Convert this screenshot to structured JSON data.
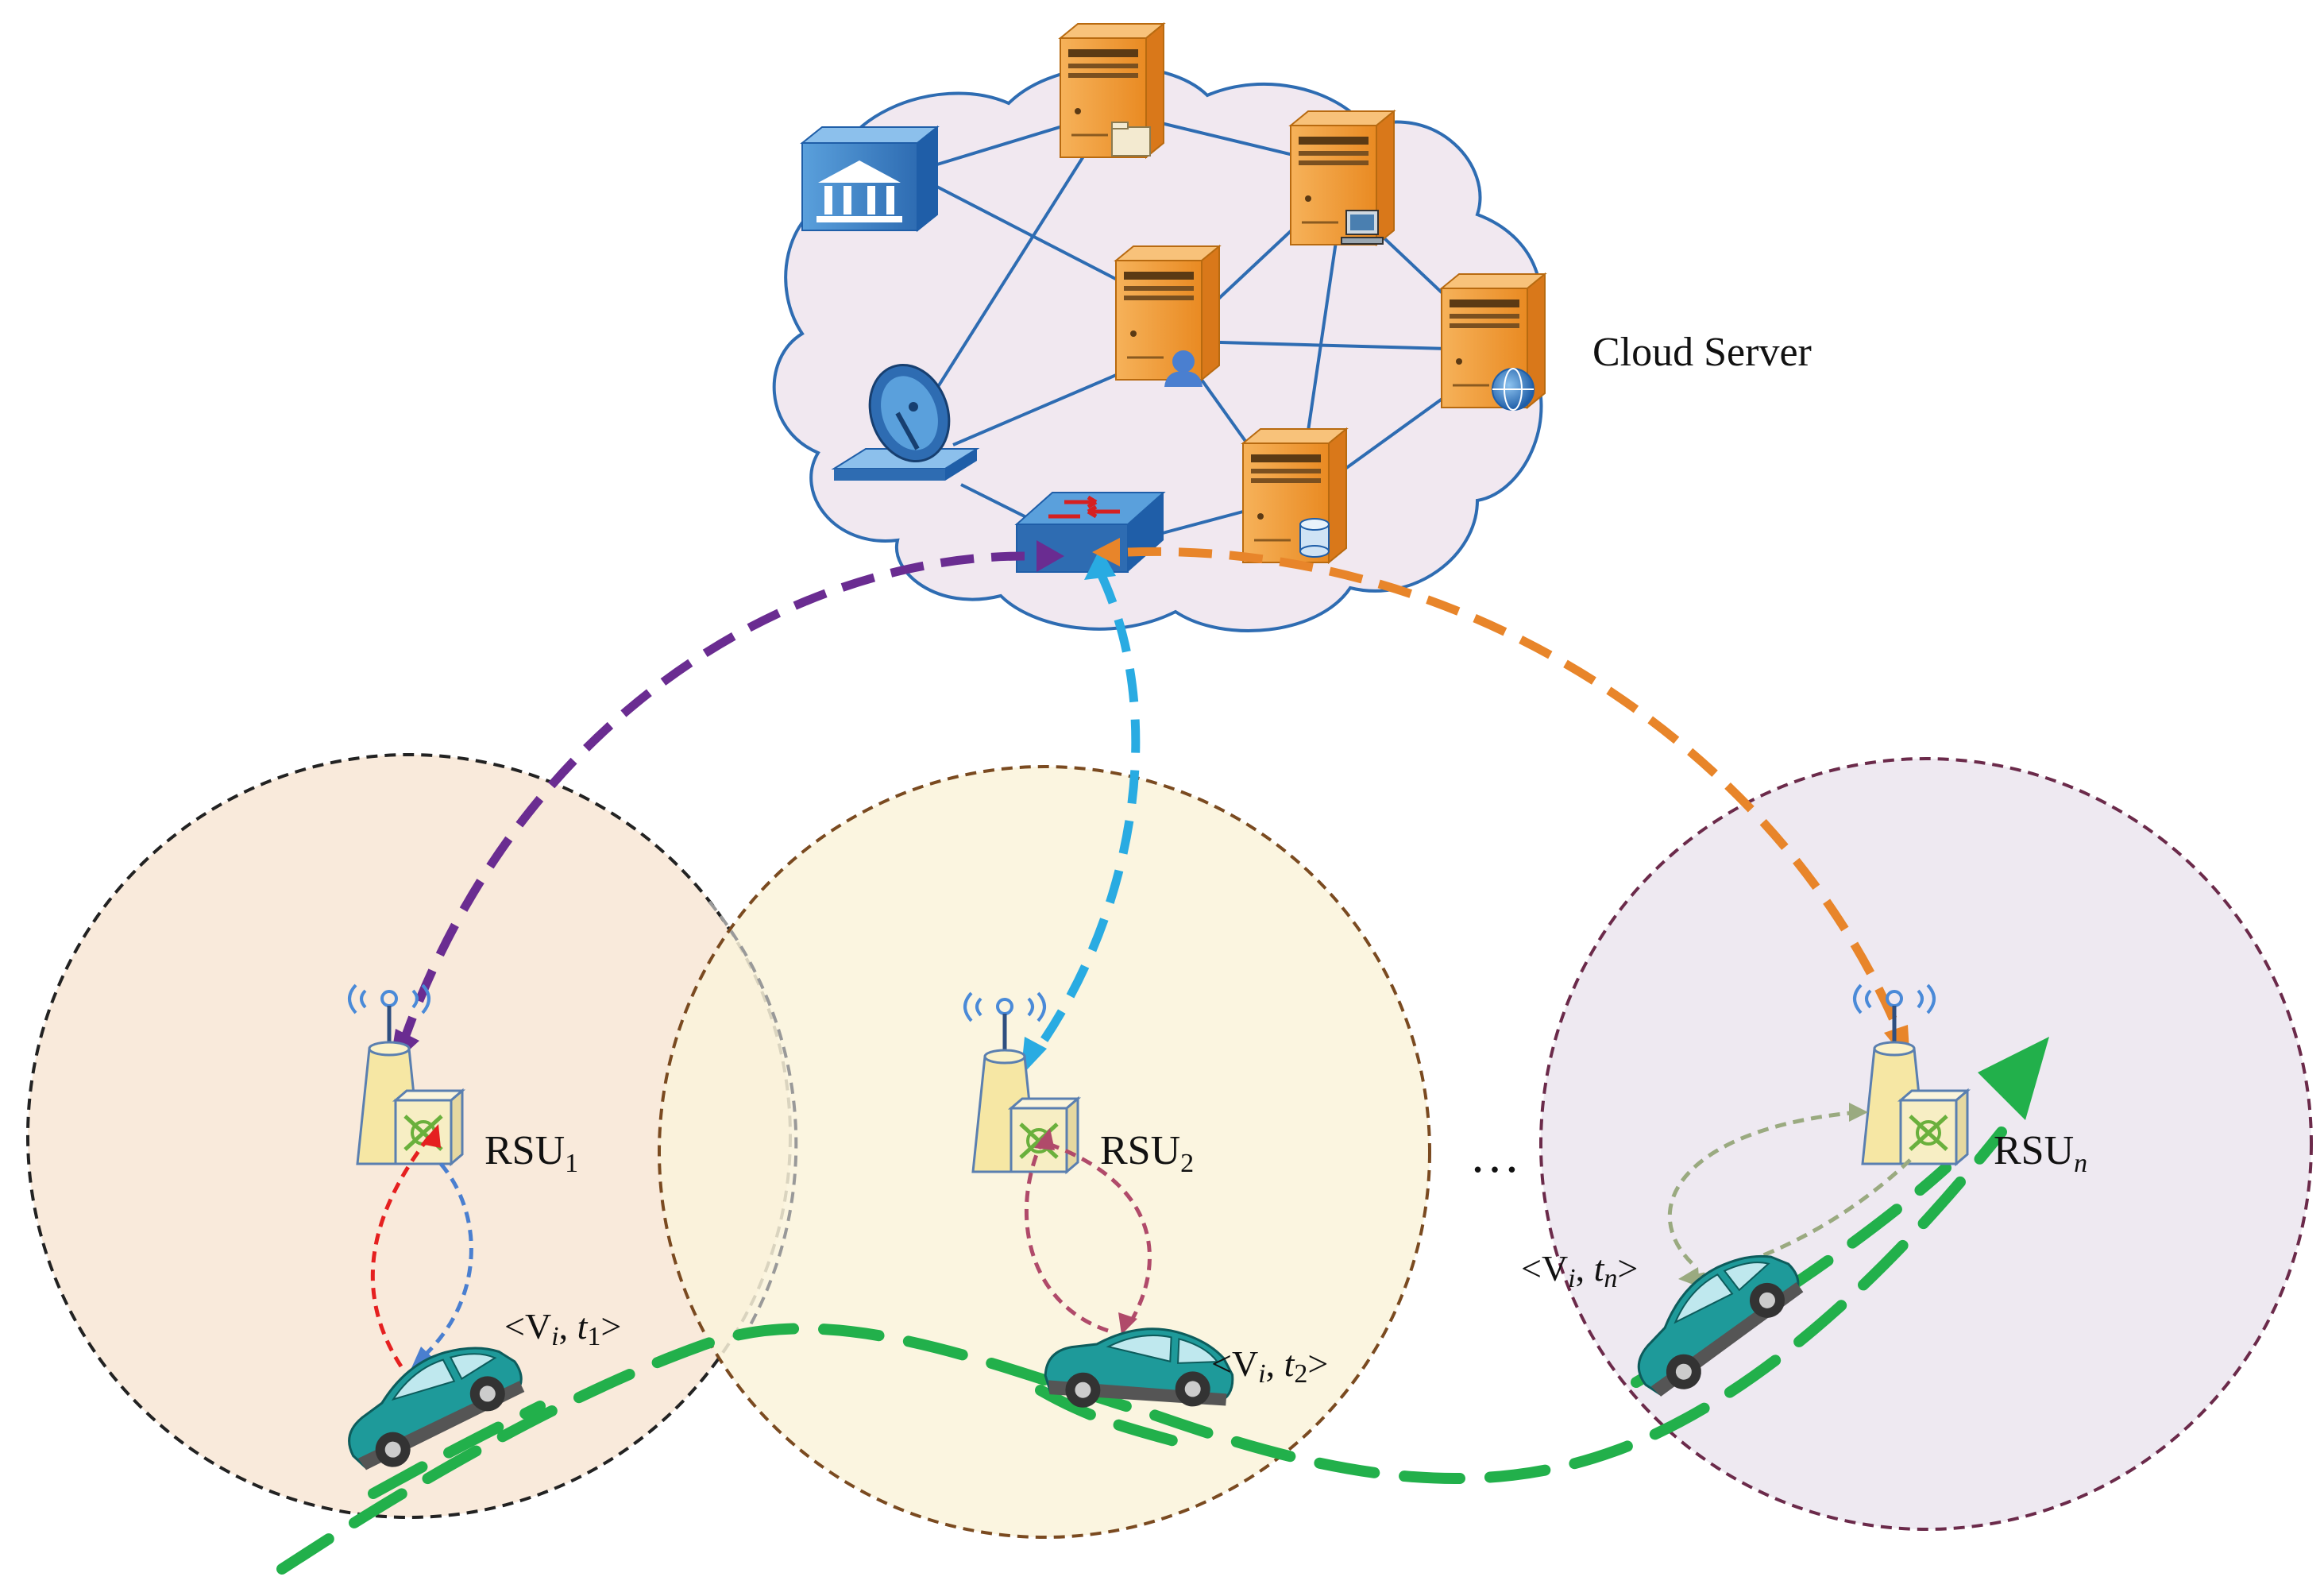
{
  "labels": {
    "cloud": "Cloud Server",
    "rsu_base": "RSU",
    "rsu1_sub": "1",
    "rsu2_sub": "2",
    "rsun_sub": "n",
    "ellipsis": "…",
    "veh_open": "<V",
    "veh_i": "i",
    "veh_comma": ", ",
    "veh_t": "t",
    "veh_close": ">",
    "veh1_sub": "1",
    "veh2_sub": "2",
    "vehn_sub": "n"
  },
  "colors": {
    "cloud_fill": "#f1e8f0",
    "cloud_stroke": "#2e6cb2",
    "link_line": "#2e6cb2",
    "server_orange": "#f0a040",
    "zone1_fill": "#f9eadb",
    "zone2_fill": "#faf3db",
    "zone3_fill": "#eee9f1",
    "zone1_stroke": "#222222",
    "zone2_stroke": "#7a4a20",
    "zone3_stroke": "#6b2a4a",
    "arrow_purple": "#6a2c91",
    "arrow_cyan": "#29abe2",
    "arrow_orange": "#e8852a",
    "vehicle_path_green": "#22b04b",
    "car_teal": "#1e9a9a",
    "local_red": "#e52020",
    "local_blue": "#4a7fd0",
    "local_maroon": "#b04a6a",
    "local_olive": "#9aaa80"
  },
  "icons": [
    "bank-icon",
    "satellite-dish-icon",
    "network-switch-icon",
    "server-icon",
    "folder-icon",
    "computer-icon",
    "user-icon",
    "globe-icon",
    "database-icon",
    "antenna-icon",
    "car-icon"
  ]
}
